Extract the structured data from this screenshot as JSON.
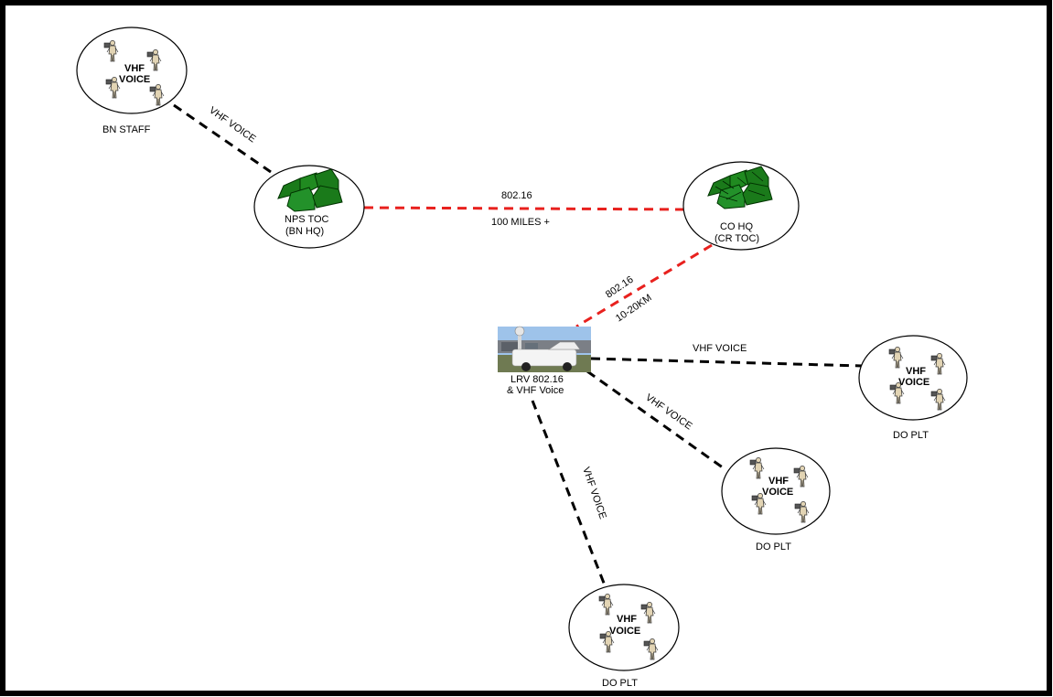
{
  "colors": {
    "frame": "#000000",
    "tent_green": "#1a7a1a",
    "tent_edge": "#003300",
    "link_80216": "#e8211e",
    "link_vhf": "#000000",
    "soldier_fill": "#e2d4b4",
    "radio_fill": "#555555"
  },
  "nodes": {
    "bn_staff": {
      "center_text": "VHF\nVOICE",
      "label": "BN STAFF"
    },
    "nps_toc": {
      "label_line1": "NPS TOC",
      "label_line2": "(BN HQ)",
      "icon": "tent-icon"
    },
    "co_hq": {
      "label_line1": "CO HQ",
      "label_line2": "(CR TOC)",
      "icon": "tent-icon"
    },
    "lrv": {
      "label_line1": "LRV 802.16",
      "label_line2": "& VHF Voice",
      "icon": "truck-photo"
    },
    "do_plt_right": {
      "center_text": "VHF\nVOICE",
      "label": "DO PLT"
    },
    "do_plt_mid": {
      "center_text": "VHF\nVOICE",
      "label": "DO PLT"
    },
    "do_plt_bottom": {
      "center_text": "VHF\nVOICE",
      "label": "DO PLT"
    }
  },
  "links": {
    "bn_staff_to_nps": {
      "label": "VHF VOICE"
    },
    "nps_to_co": {
      "label_top": "802.16",
      "label_bottom": "100 MILES +"
    },
    "co_to_lrv": {
      "label_top": "802.16",
      "label_bottom": "10-20KM"
    },
    "lrv_to_right": {
      "label": "VHF VOICE"
    },
    "lrv_to_mid": {
      "label": "VHF VOICE"
    },
    "lrv_to_bottom": {
      "label": "VHF VOICE"
    }
  }
}
